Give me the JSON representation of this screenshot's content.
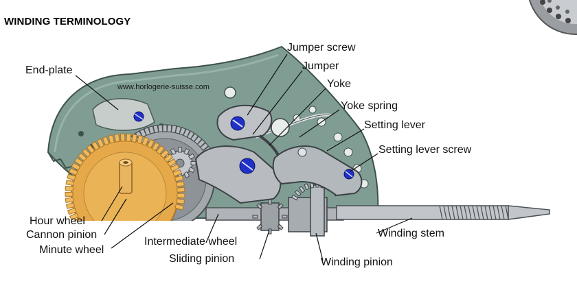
{
  "title": "WINDING TERMINOLOGY",
  "watermark": "www.horlogerie-suisse.com",
  "colors": {
    "plate": "#7f9d93",
    "plate_dark": "#566e66",
    "steel": "#b8bcc0",
    "steel_dark": "#6f7479",
    "brass": "#e6a94a",
    "brass_dark": "#a9742a",
    "screw_blue": "#2030c8"
  },
  "labels": {
    "end_plate": "End-plate",
    "jumper_screw": "Jumper screw",
    "jumper": "Jumper",
    "yoke": "Yoke",
    "yoke_spring": "Yoke spring",
    "setting_lever": "Setting lever",
    "setting_lever_screw": "Setting lever screw",
    "hour_wheel": "Hour wheel",
    "cannon_pinion": "Cannon pinion",
    "minute_wheel": "Minute wheel",
    "intermediate_wheel": "Intermediate wheel",
    "sliding_pinion": "Sliding pinion",
    "winding_pinion": "Winding pinion",
    "winding_stem": "Winding stem"
  }
}
